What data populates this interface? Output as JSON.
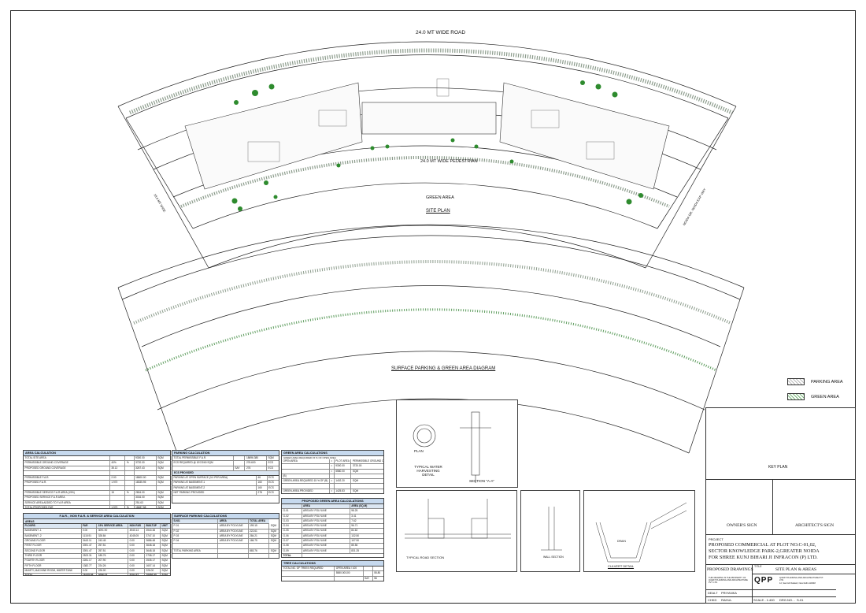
{
  "site_plan": {
    "road_top": "24.0 MT WIDE ROAD",
    "pedestrian": "24.0 MT WIDE PEDESTRIAN",
    "green_area": "GREEN AREA",
    "title": "SITE PLAN",
    "road_left": "18.0 MT WIDE",
    "road_right": "NOIDA GR. NOIDA EXP. WAY"
  },
  "parking_diagram": {
    "title": "SURFACE PARKING & GREEN AREA DIAGRAM"
  },
  "legend": {
    "items": [
      {
        "label": "PARKING AREA"
      },
      {
        "label": "GREEN AREA"
      }
    ]
  },
  "area_calc": {
    "title": "AREA CALCULATION",
    "rows": [
      [
        "TOTAL SITE AREA",
        "",
        "",
        "9300.00",
        "SQM"
      ],
      [
        "PERMISSIBLE GROUND COVERAGE",
        "40%",
        "%",
        "3720.00",
        "SQM"
      ],
      [
        "PROPOSED GROUND COVERAGE",
        "35.12",
        "",
        "3267.43",
        "SQM"
      ],
      [
        "",
        "",
        "",
        "",
        ""
      ],
      [
        "PERMISSIBLE F.A.R.",
        "2.00",
        "",
        "18600.00",
        "SQM"
      ],
      [
        "PROPOSED F.A.R.",
        "1.970",
        "",
        "18335.95",
        "SQM"
      ],
      [
        "",
        "",
        "",
        "",
        ""
      ],
      [
        "PERMISSIBLE SERVICE F.A.R AREA (15%)",
        "15",
        "%",
        "2804.00",
        "SQM"
      ],
      [
        "PROPOSED SERVICE F.A.R AREA",
        "",
        "",
        "3016.00",
        "SQM"
      ],
      [
        "SERVICE AREA ADDED TO F.A.R AREA",
        "",
        "",
        "251.63",
        "SQM"
      ],
      [
        "TOTAL PROPOSED FAR",
        "1.970",
        "%",
        "18487.58",
        "SQM"
      ]
    ]
  },
  "far_calc": {
    "title": "F.A.R. , NON F.A.R. & SERVICE AREA CALCULATION",
    "areas_label": "AREAS",
    "headers": [
      "FLOORS",
      "FAR",
      "15% SERVICE AREA",
      "NON FAR",
      "BUILTUP",
      "UNIT"
    ],
    "rows": [
      [
        "BASEMENT -1",
        "0.00",
        "3091.90",
        "4940.14",
        "3940.38",
        "SQM"
      ],
      [
        "BASEMENT -2",
        "1115.91",
        "328.84",
        "4245.05",
        "3747.10",
        "SQM"
      ],
      [
        "GROUND FLOOR",
        "3443.11",
        "243.45",
        "0.00",
        "3686.48",
        "SQM"
      ],
      [
        "FIRST FLOOR",
        "3391.47",
        "257.51",
        "0.00",
        "3648.18",
        "SQM"
      ],
      [
        "SECOND FLOOR",
        "3391.47",
        "257.51",
        "0.00",
        "3648.18",
        "SQM"
      ],
      [
        "THIRD FLOOR",
        "2523.31",
        "185.76",
        "0.00",
        "2708.17",
        "SQM"
      ],
      [
        "FOURTH FLOOR",
        "2281.17",
        "207.90",
        "0.00",
        "2535.17",
        "SQM"
      ],
      [
        "FIFTH FLOOR",
        "1382.77",
        "224.26",
        "0.00",
        "1607.14",
        "SQM"
      ],
      [
        "MUMTY, MACHINE ROOM, WATER TANK",
        "0.00",
        "226.00",
        "0.00",
        "226.00",
        "SQM"
      ],
      [
        "TOTAL",
        "18435.95",
        "3056.03",
        "9194.97",
        "28686.95",
        "SQM"
      ]
    ]
  },
  "parking_calc": {
    "title": "PARKING CALCULATION",
    "rows": [
      [
        "TOTAL PERMISSIBLE F.A.R.",
        "",
        "18696.380",
        "SQM"
      ],
      [
        "ECS REQUIRED @ 1ECS/60 SQM",
        "",
        "276.600",
        "ECS"
      ],
      [
        "",
        "SAY",
        "276",
        "ECS"
      ]
    ],
    "provided_title": "ECS PROVIDED",
    "provided_rows": [
      [
        "PARKING AT OPEN SURFACE (3.0 PER AREA)",
        "46",
        "ECS"
      ],
      [
        "PARKING AT BASEMENT-1",
        "160",
        "ECS"
      ],
      [
        "PARKING AT BASEMENT-2",
        "160",
        "ECS"
      ]
    ],
    "net_row": [
      "NET PARKING PROVIDED",
      "278",
      "ECS"
    ]
  },
  "surface_parking": {
    "title": "SURFACE PARKING CALCULATIONS",
    "headers": [
      "S.NO.",
      "AREA",
      "TOTAL AREA"
    ],
    "rows": [
      [
        "P-01",
        "AREA BY POLYLINE",
        "199.15",
        "SQM"
      ],
      [
        "P-02",
        "AREA BY POLYLINE",
        "222.61",
        "SQM"
      ],
      [
        "P-03",
        "AREA BY POLYLINE",
        "284.21",
        "SQM"
      ],
      [
        "P-04",
        "AREA BY POLYLINE",
        "186.75",
        "SQM"
      ],
      [
        "",
        "",
        "",
        ""
      ],
      [
        "TOTAL PARKING AREA",
        "",
        "883.76",
        "SQM"
      ],
      [
        "",
        "",
        "",
        ""
      ],
      [
        "PARKING PROVIDED @ 20SQM",
        "",
        "44.18",
        "ECS"
      ],
      [
        "",
        "SAY",
        "44",
        "ECS"
      ]
    ]
  },
  "green_calc": {
    "title": "GREEN AREA CALCULATIONS",
    "note": "GREEN AREA REQUIRED 15 % OF OPEN AREA",
    "rows": [
      [
        "OPEN AREA",
        "=",
        "PLOT AREA",
        "PERMISSIBLE GROUND COVERAGE"
      ],
      [
        "",
        "=",
        "9300.00",
        "3720.00"
      ],
      [
        "",
        "=",
        "5580.00",
        "SQM"
      ],
      [
        "(B)",
        "",
        "",
        ""
      ],
      [
        "GREEN AREA REQUIRED 15 % OF (B)",
        "=",
        "1402.20",
        "SQM"
      ],
      [
        "",
        "",
        "",
        ""
      ],
      [
        "GREEN AREA PROVIDED",
        "=",
        "1425.83",
        "SQM"
      ]
    ]
  },
  "proposed_green": {
    "title": "PROPOSED GREEN AREA CALCULATIONS",
    "headers": [
      "",
      "AREA",
      "AREA (SQ.M)"
    ],
    "rows": [
      [
        "G-01",
        "AREA BY POLYLINE",
        "98.25"
      ],
      [
        "G-02",
        "AREA BY POLYLINE",
        "3.41"
      ],
      [
        "G-03",
        "AREA BY POLYLINE",
        "7.62"
      ],
      [
        "G-04",
        "AREA BY POLYLINE",
        "96.71"
      ],
      [
        "G-05",
        "AREA BY POLYLINE",
        "84.62"
      ],
      [
        "G-06",
        "AREA BY POLYLINE",
        "132.50"
      ],
      [
        "G-07",
        "AREA BY POLYLINE",
        "107.90"
      ],
      [
        "G-08",
        "AREA BY POLYLINE",
        "85.56"
      ],
      [
        "G-09",
        "AREA BY POLYLINE",
        "831.25"
      ]
    ],
    "total": [
      "TOTAL",
      "1425.83"
    ]
  },
  "tree_calc": {
    "title": "TREE CALCULATIONS",
    "rows": [
      [
        "TOTAL NO. OF TREES REQUIRED",
        "OPEN AREA / 100",
        "",
        ""
      ],
      [
        "",
        "5580.00/100",
        "",
        "55.80"
      ],
      [
        "",
        "",
        "SAY",
        "56"
      ],
      [
        "TOTAL NO. OF TREES PROPOSED",
        "",
        "",
        "56"
      ]
    ]
  },
  "details": {
    "plan": "PLAN",
    "harvest": "TYPICAL WATER HARVESTING DETAIL",
    "section_aa": "SECTION \"A-A\"",
    "road_section": "TYPICAL ROAD SECTION",
    "wall_section": "WALL SECTION",
    "culvert": "CULVERT DETAIL",
    "drain": "DRAIN"
  },
  "key_plan": {
    "title": "KEY PLAN"
  },
  "title_block": {
    "owner_sign": "OWNER'S SIGN",
    "architect_sign": "ARCHITECT'S SIGN",
    "project_label": "PROJECT",
    "project_lines": [
      "PROPOSED COMMERCIAL AT PLOT NO.C-01,02,",
      "SECTOR KNOWLEDGE PARK-2,GREATER NOIDA",
      "FOR SHREE KUNJ BIHARI JI INFRACON (P) LTD."
    ],
    "proposed_drawings": "PROPOSED DRAWINGS",
    "title_label": "TITLE",
    "title_value": "SITE PLAN & AREAS",
    "firm_logo": "QPP",
    "firm_name": "QUEST PLANNING AND ARCHITECTURE PVT. LTD.",
    "firm_addr": "12, Sant Hill Kailash, New Delhi-110048",
    "drawn_label": "DEALT",
    "drawn_by": "PRIYANKA",
    "checked_label": "CHKD",
    "checked_by": "RAHUL",
    "scale": "SCALE - 1:400",
    "dwg_label": "DRG.NO. -",
    "dwg_no": "S-01"
  },
  "colors": {
    "table_header": "#c6d9ee",
    "green": "#2e8b2e",
    "parking_hatch": "#9aa89a"
  }
}
